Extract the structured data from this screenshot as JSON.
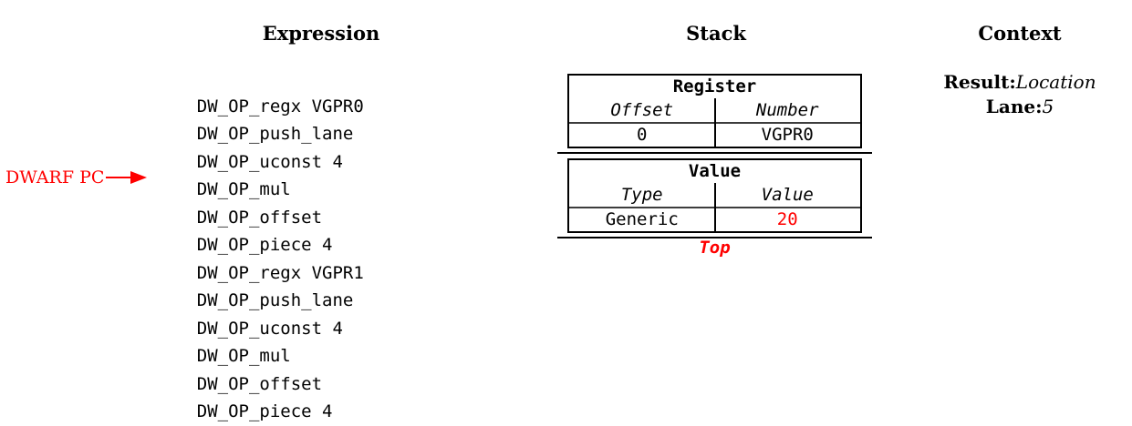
{
  "diagram": {
    "expression": {
      "title": "Expression",
      "ops": [
        "DW_OP_regx VGPR0",
        "DW_OP_push_lane",
        "DW_OP_uconst 4",
        "DW_OP_mul",
        "DW_OP_offset",
        "DW_OP_piece 4",
        "DW_OP_regx VGPR1",
        "DW_OP_push_lane",
        "DW_OP_uconst 4",
        "DW_OP_mul",
        "DW_OP_offset",
        "DW_OP_piece 4"
      ],
      "pc": {
        "label": "DWARF PC",
        "points_to": "DW_OP_offset",
        "points_to_index": 4
      }
    },
    "stack": {
      "title": "Stack",
      "entries": [
        {
          "title": "Register",
          "headers": [
            "Offset",
            "Number"
          ],
          "values": [
            "0",
            "VGPR0"
          ],
          "highlight_indices": []
        },
        {
          "title": "Value",
          "headers": [
            "Type",
            "Value"
          ],
          "values": [
            "Generic",
            "20"
          ],
          "highlight_indices": [
            1
          ]
        }
      ],
      "top_label": "Top"
    },
    "context": {
      "title": "Context",
      "fields": [
        {
          "label": "Result:",
          "value": "Location"
        },
        {
          "label": "Lane:",
          "value": "5"
        }
      ]
    },
    "colors": {
      "accent_red": "#ff0000",
      "border_black": "#000000",
      "header_rule_gray": "#3d3d3d"
    }
  }
}
